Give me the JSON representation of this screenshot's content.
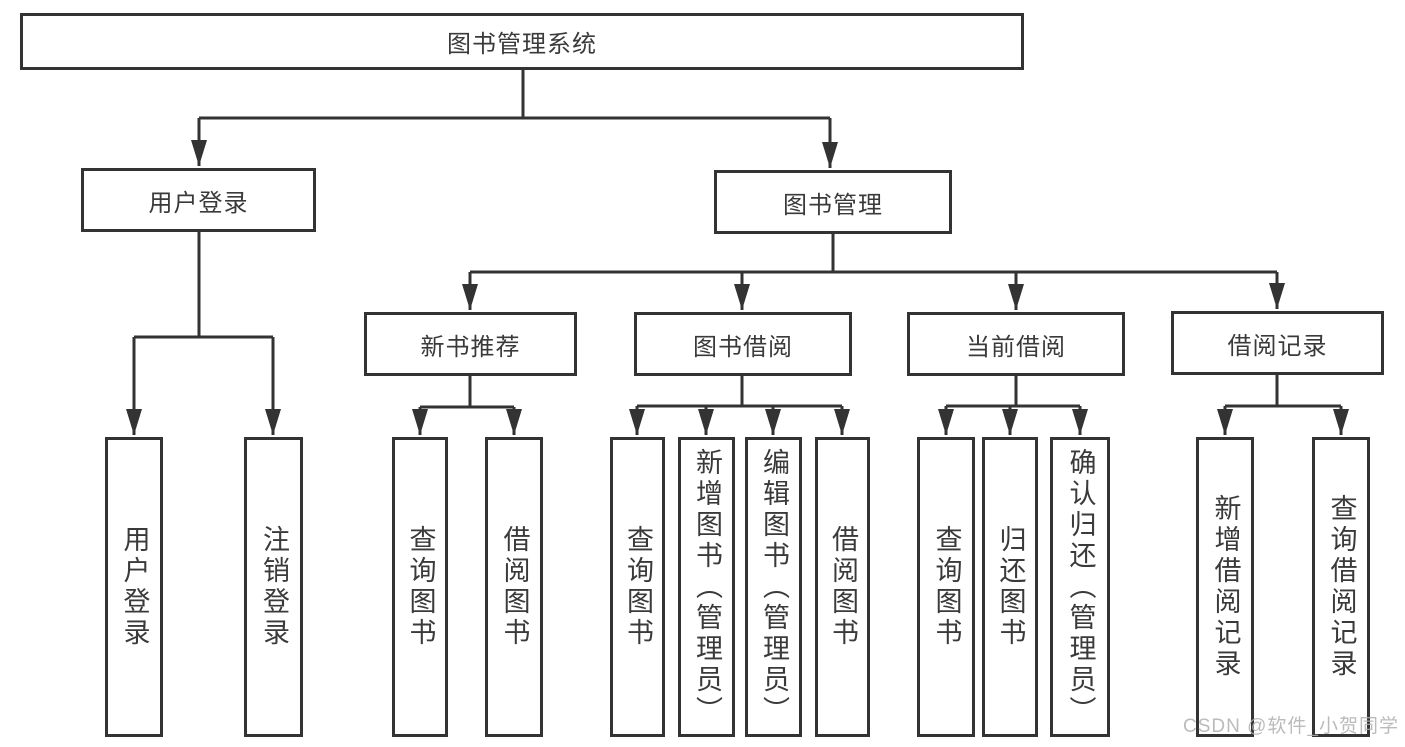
{
  "diagram": {
    "title": "图书管理系统",
    "root": {
      "label": "图书管理系统"
    },
    "branches": [
      {
        "label": "用户登录",
        "children": [
          {
            "label": "用户登录"
          },
          {
            "label": "注销登录"
          }
        ]
      },
      {
        "label": "图书管理",
        "children": [
          {
            "label": "新书推荐",
            "children": [
              {
                "label": "查询图书"
              },
              {
                "label": "借阅图书"
              }
            ]
          },
          {
            "label": "图书借阅",
            "children": [
              {
                "label": "查询图书"
              },
              {
                "label": "新增图书（管理员）"
              },
              {
                "label": "编辑图书（管理员）"
              },
              {
                "label": "借阅图书"
              }
            ]
          },
          {
            "label": "当前借阅",
            "children": [
              {
                "label": "查询图书"
              },
              {
                "label": "归还图书"
              },
              {
                "label": "确认归还（管理员）"
              }
            ]
          },
          {
            "label": "借阅记录",
            "children": [
              {
                "label": "新增借阅记录"
              },
              {
                "label": "查询借阅记录"
              }
            ]
          }
        ]
      }
    ]
  },
  "watermark": {
    "text": "CSDN @软件_小贺同学"
  },
  "colors": {
    "line": "#333333",
    "border": "#333333",
    "text": "#3a3a3a",
    "background": "#ffffff",
    "watermark": "#b0b0b0"
  }
}
